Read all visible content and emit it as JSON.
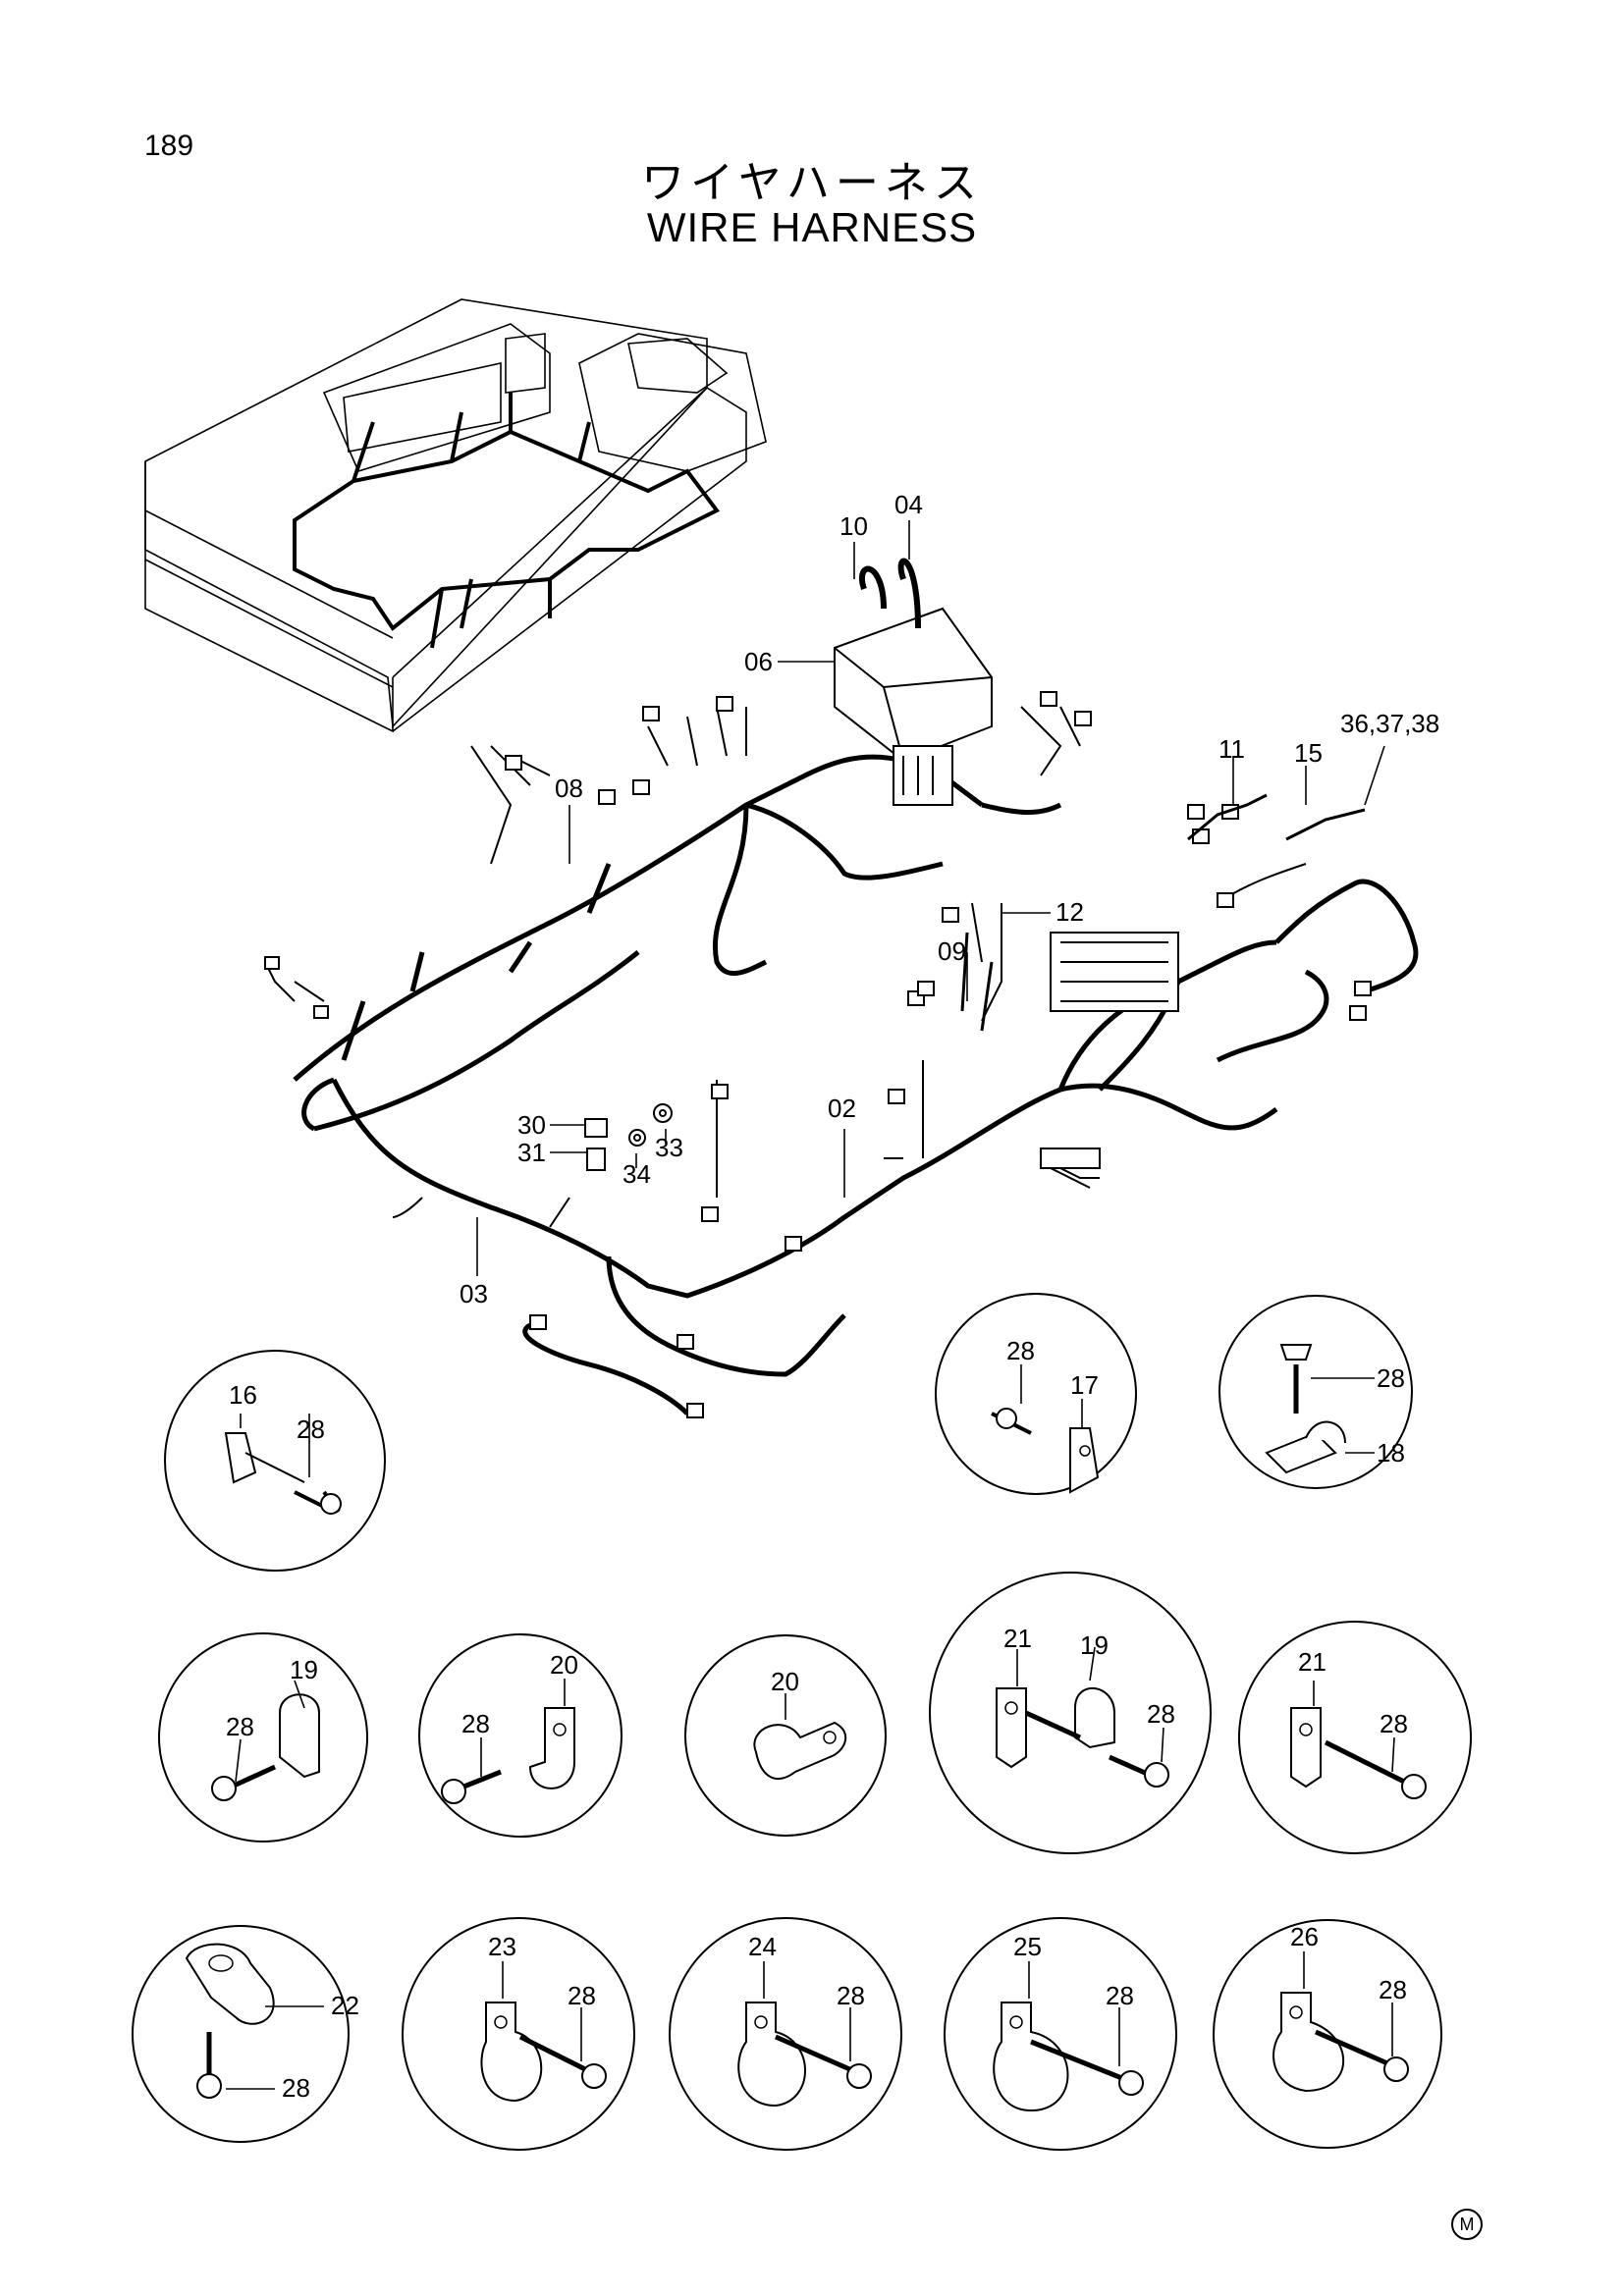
{
  "page_number": "189",
  "title_jp": "ワイヤハーネス",
  "title_en": "WIRE HARNESS",
  "corner_mark": "M",
  "callouts": {
    "c10": "10",
    "c04": "04",
    "c06": "06",
    "c08": "08",
    "c11": "11",
    "c15": "15",
    "c363738": "36,37,38",
    "c12": "12",
    "c09": "09",
    "c02": "02",
    "c03": "03",
    "c30": "30",
    "c31": "31",
    "c33": "33",
    "c34": "34"
  },
  "details": {
    "d1": {
      "a": "16",
      "b": "28"
    },
    "d2": {
      "a": "28",
      "b": "17"
    },
    "d3": {
      "a": "28",
      "b": "18"
    },
    "d4": {
      "a": "19",
      "b": "28"
    },
    "d5": {
      "a": "20",
      "b": "28"
    },
    "d6": {
      "a": "20"
    },
    "d7": {
      "a": "21",
      "b": "19",
      "c": "28"
    },
    "d8": {
      "a": "21",
      "b": "28"
    },
    "d9": {
      "a": "22",
      "b": "28"
    },
    "d10": {
      "a": "23",
      "b": "28"
    },
    "d11": {
      "a": "24",
      "b": "28"
    },
    "d12": {
      "a": "25",
      "b": "28"
    },
    "d13": {
      "a": "26",
      "b": "28"
    }
  }
}
